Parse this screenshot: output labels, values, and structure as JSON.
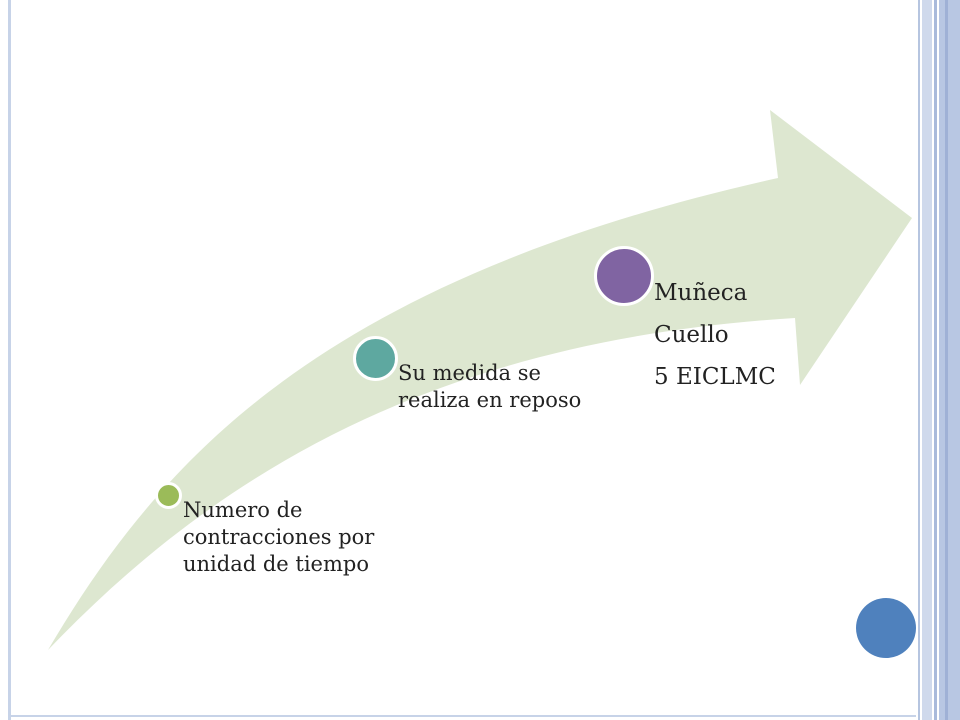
{
  "steps": [
    {
      "label": "Numero de contracciones por unidad de tiempo"
    },
    {
      "label": "Su medida se realiza en reposo"
    },
    {
      "items": [
        "Muñeca",
        "Cuello",
        "5 EICLMC"
      ]
    }
  ],
  "colors": {
    "arrow_fill": "#dde7d0",
    "node_1": "#9bbb59",
    "node_2": "#5ea8a0",
    "node_3": "#8064a2",
    "corner_dot": "#4f81bd",
    "frame": "#c7d3e8"
  }
}
